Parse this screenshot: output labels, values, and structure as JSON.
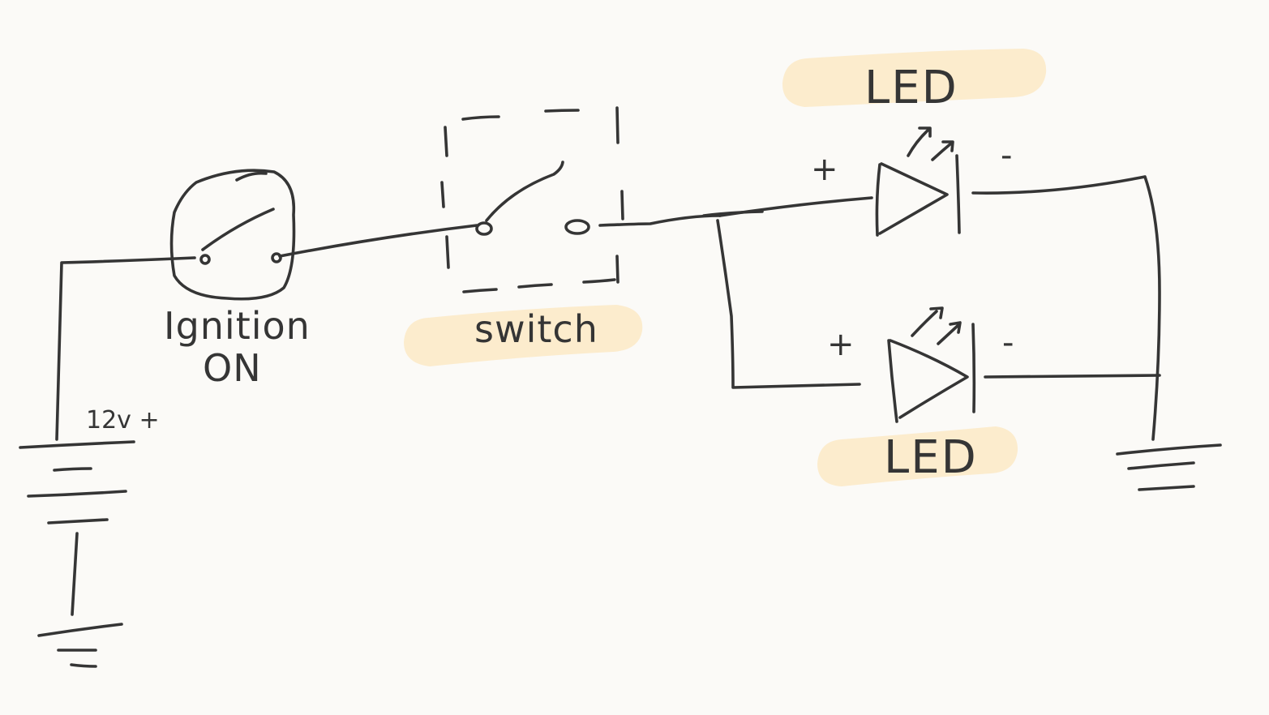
{
  "diagram": {
    "labels": {
      "led_top": "LED",
      "led_bottom": "LED",
      "switch": "switch",
      "ignition_line1": "Ignition",
      "ignition_line2": "ON",
      "battery": "12v +",
      "led_top_plus": "+",
      "led_top_minus": "-",
      "led_bottom_plus": "+",
      "led_bottom_minus": "-"
    },
    "highlight_color": "#fbe9c6",
    "ink_color": "#353535"
  }
}
